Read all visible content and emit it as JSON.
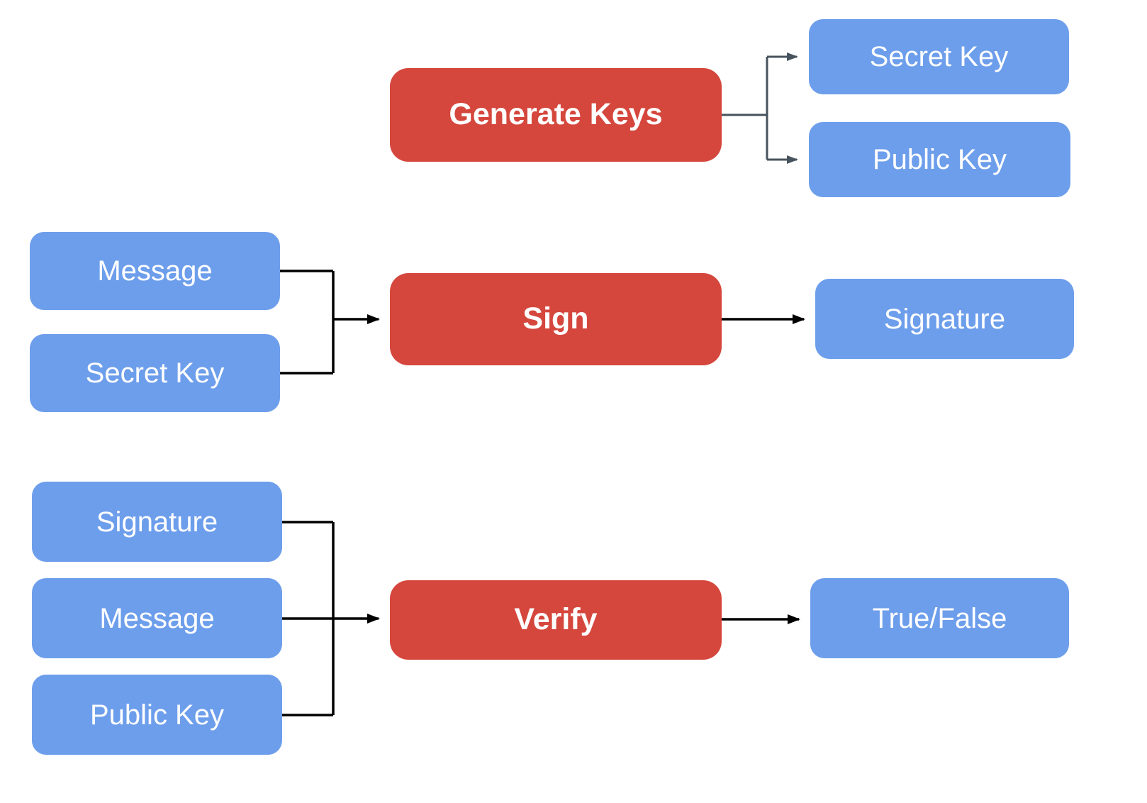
{
  "nodes": {
    "generate_keys": "Generate Keys",
    "secret_key_out": "Secret Key",
    "public_key_out": "Public Key",
    "sign_message_in": "Message",
    "sign_secret_key_in": "Secret Key",
    "sign": "Sign",
    "signature_out": "Signature",
    "verify_signature_in": "Signature",
    "verify_message_in": "Message",
    "verify_public_key_in": "Public Key",
    "verify": "Verify",
    "true_false_out": "True/False"
  },
  "colors": {
    "process_fill": "#d5473d",
    "io_fill": "#6d9eeb",
    "label_text": "#ffffff",
    "connector_black": "#000000",
    "connector_slate": "#47535c",
    "background": "#ffffff"
  }
}
